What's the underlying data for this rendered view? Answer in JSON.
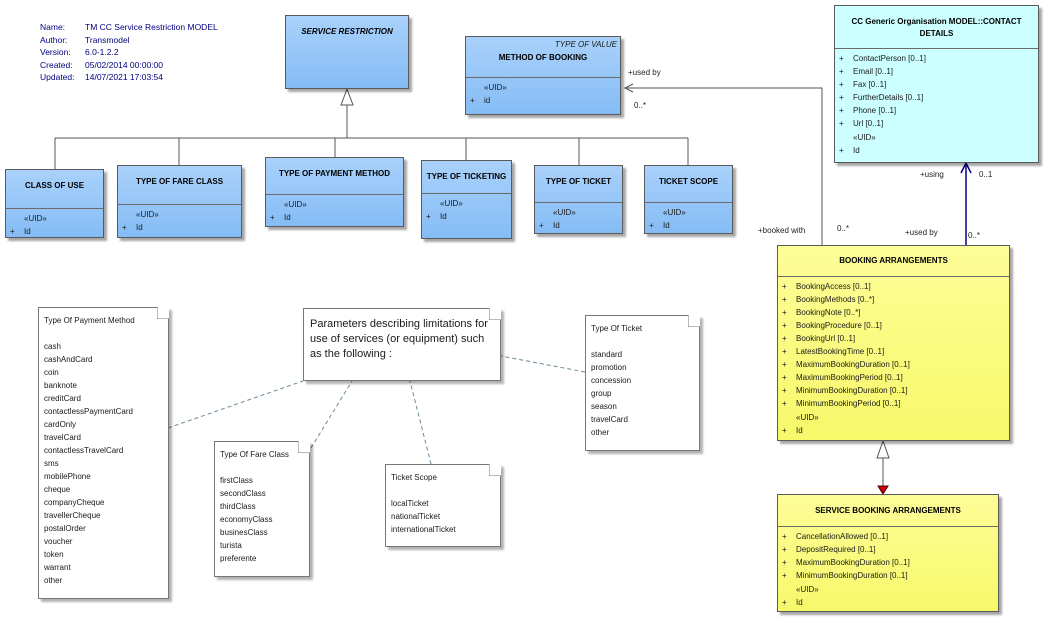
{
  "metadata": {
    "fields": [
      {
        "key": "Name:",
        "value": "TM CC Service Restriction MODEL"
      },
      {
        "key": "Author:",
        "value": "Transmodel"
      },
      {
        "key": "Version:",
        "value": "6.0-1.2.2"
      },
      {
        "key": "Created:",
        "value": "05/02/2014 00:00:00"
      },
      {
        "key": "Updated:",
        "value": "14/07/2021 17:03:54"
      }
    ]
  },
  "classes": {
    "service_restriction": {
      "name": "SERVICE RESTRICTION"
    },
    "method_of_booking": {
      "stereotype": "TYPE OF VALUE",
      "name": "METHOD OF BOOKING",
      "uid_label": "«UID»",
      "uid_plus": "+",
      "uid_attr": "id"
    },
    "class_of_use": {
      "name": "CLASS OF USE",
      "uid_label": "«UID»",
      "uid_plus": "+",
      "uid_attr": "Id"
    },
    "type_of_fare_class": {
      "name": "TYPE OF FARE CLASS",
      "uid_label": "«UID»",
      "uid_plus": "+",
      "uid_attr": "Id"
    },
    "type_of_payment_method": {
      "name": "TYPE OF PAYMENT METHOD",
      "uid_label": "«UID»",
      "uid_plus": "+",
      "uid_attr": "Id"
    },
    "type_of_ticketing": {
      "name": "TYPE OF TICKETING",
      "uid_label": "«UID»",
      "uid_plus": "+",
      "uid_attr": "Id"
    },
    "type_of_ticket": {
      "name": "TYPE OF TICKET",
      "uid_label": "«UID»",
      "uid_plus": "+",
      "uid_attr": "Id"
    },
    "ticket_scope": {
      "name": "TICKET SCOPE",
      "uid_label": "«UID»",
      "uid_plus": "+",
      "uid_attr": "Id"
    },
    "contact_details": {
      "name": "CC Generic Organisation MODEL::CONTACT DETAILS",
      "attributes": [
        {
          "plus": "+",
          "text": "ContactPerson [0..1]"
        },
        {
          "plus": "+",
          "text": "Email [0..1]"
        },
        {
          "plus": "+",
          "text": "Fax [0..1]"
        },
        {
          "plus": "+",
          "text": "FurtherDetails [0..1]"
        },
        {
          "plus": "+",
          "text": "Phone [0..1]"
        },
        {
          "plus": "+",
          "text": "Url [0..1]"
        }
      ],
      "uid_label": "«UID»",
      "uid_plus": "+",
      "uid_attr": "Id"
    },
    "booking_arrangements": {
      "name": "BOOKING ARRANGEMENTS",
      "attributes": [
        {
          "plus": "+",
          "text": "BookingAccess [0..1]"
        },
        {
          "plus": "+",
          "text": "BookingMethods [0..*]"
        },
        {
          "plus": "+",
          "text": "BookingNote [0..*]"
        },
        {
          "plus": "+",
          "text": "BookingProcedure [0..1]"
        },
        {
          "plus": "+",
          "text": "BookingUrl [0..1]"
        },
        {
          "plus": "+",
          "text": "LatestBookingTime [0..1]"
        },
        {
          "plus": "+",
          "text": "MaximumBookingDuration [0..1]"
        },
        {
          "plus": "+",
          "text": "MaximumBookingPeriod [0..1]"
        },
        {
          "plus": "+",
          "text": "MinimumBookingDuration [0..1]"
        },
        {
          "plus": "+",
          "text": "MinimumBookingPeriod [0..1]"
        }
      ],
      "uid_label": "«UID»",
      "uid_plus": "+",
      "uid_attr": "Id"
    },
    "service_booking_arrangements": {
      "name": "SERVICE BOOKING ARRANGEMENTS",
      "attributes": [
        {
          "plus": "+",
          "text": "CancellationAllowed [0..1]"
        },
        {
          "plus": "+",
          "text": "DepositRequired [0..1]"
        },
        {
          "plus": "+",
          "text": "MaximumBookingDuration [0..1]"
        },
        {
          "plus": "+",
          "text": "MinimumBookingDuration [0..1]"
        }
      ],
      "uid_label": "«UID»",
      "uid_plus": "+",
      "uid_attr": "Id"
    }
  },
  "notes": {
    "payment_method": {
      "title": "Type Of Payment Method",
      "items": [
        "cash",
        "cashAndCard",
        "coin",
        "banknote",
        "creditCard",
        "contactlessPaymentCard",
        "cardOnly",
        "travelCard",
        "contactlessTravelCard",
        "sms",
        "mobilePhone",
        "cheque",
        "companyCheque",
        "travellerCheque",
        "postalOrder",
        "voucher",
        "token",
        "warrant",
        "other"
      ]
    },
    "parameters": {
      "text": "Parameters describing  limitations for use of services (or equipment) such as the following :"
    },
    "fare_class": {
      "title": "Type Of Fare Class",
      "items": [
        "firstClass",
        "secondClass",
        "thirdClass",
        "economyClass",
        "businesClass",
        "turista",
        "preferente"
      ]
    },
    "ticket_scope": {
      "title": "Ticket Scope",
      "items": [
        "localTicket",
        "nationalTicket",
        "internationalTicket"
      ]
    },
    "ticket_type": {
      "title": "Type Of Ticket",
      "items": [
        "standard",
        "promotion",
        "concession",
        "group",
        "season",
        "travelCard",
        "other"
      ]
    }
  },
  "connector_labels": {
    "used_by_top": "+used by",
    "mult_top": "0..*",
    "booked_with": "+booked with",
    "mult_booked": "0..*",
    "used_by_right": "+used by",
    "using": "+using",
    "mult_using": "0..1",
    "mult_used_by_right": "0..*"
  }
}
